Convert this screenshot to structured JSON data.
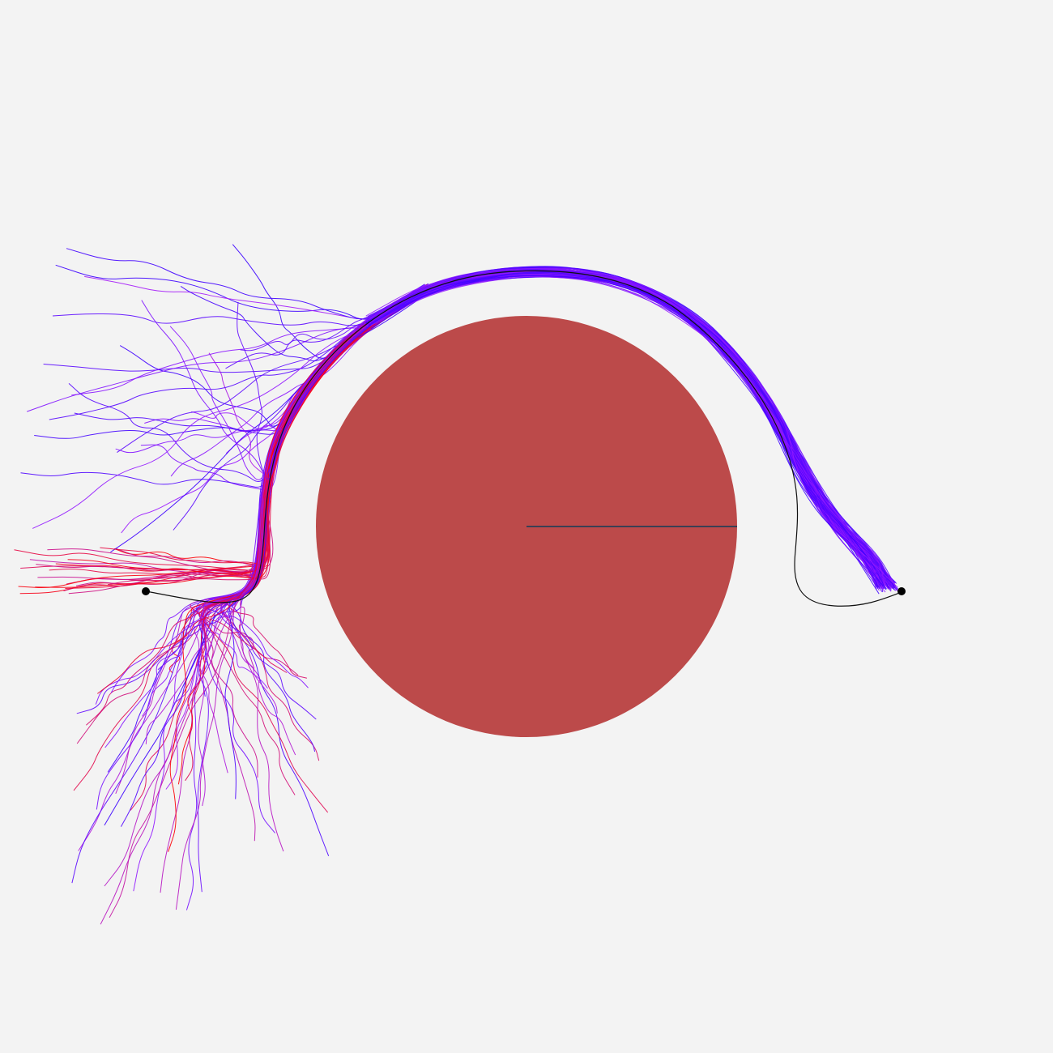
{
  "scene": {
    "background_color": "#f3f3f3",
    "obstacle": {
      "shape": "circle",
      "color": "#bc4a4a"
    },
    "radius_line": {
      "color": "#3a3f55"
    },
    "reference_path": {
      "color": "#111111"
    },
    "endpoints": {
      "color": "#000000",
      "count": 2
    },
    "trajectory_bundle": {
      "color_range": [
        "#ff0000",
        "#3b00ff"
      ],
      "middle_color": "#a21dff",
      "approximate_count": 110
    }
  }
}
